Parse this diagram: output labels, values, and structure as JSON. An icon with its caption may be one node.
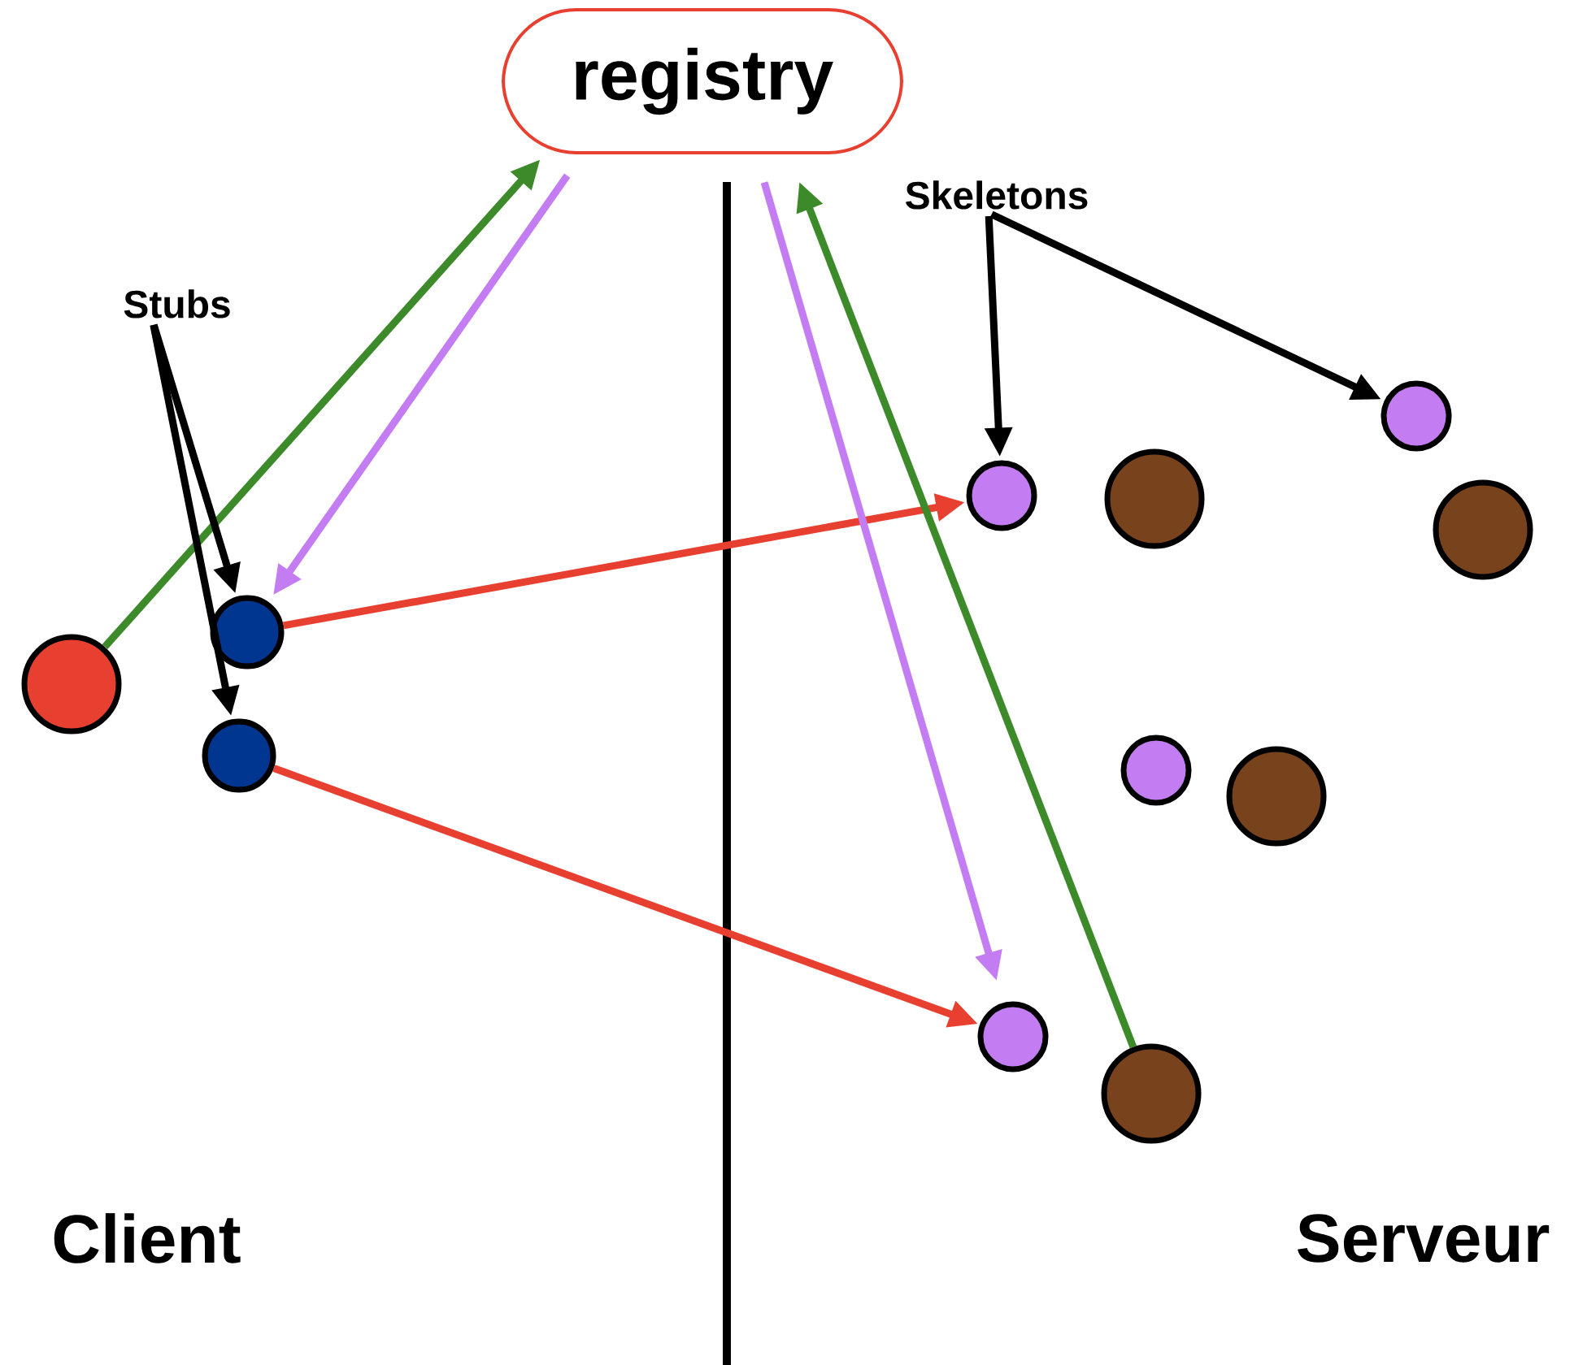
{
  "diagram": {
    "nodes": [
      {
        "text": [
          "registry"
        ]
      },
      {
        "text": [
          "Stubs"
        ]
      },
      {
        "text": [
          "Skeletons"
        ]
      },
      {
        "text": [],
        "shape": "circle"
      },
      {
        "text": [],
        "shape": "circle"
      },
      {
        "text": [],
        "shape": "circle"
      },
      {
        "text": [],
        "shape": "circle"
      },
      {
        "text": [],
        "shape": "circle"
      },
      {
        "text": [],
        "shape": "circle"
      },
      {
        "text": [],
        "shape": "circle"
      },
      {
        "text": [],
        "shape": "circle"
      },
      {
        "text": [],
        "shape": "circle"
      },
      {
        "text": [],
        "shape": "circle"
      },
      {
        "text": [],
        "shape": "circle"
      }
    ],
    "edges": [
      {
        "from": 3,
        "to": 0,
        "arrow": "to",
        "color": "#3d8a2a"
      },
      {
        "from": 0,
        "to": 4,
        "arrow": "to",
        "color": "#c47cf2"
      },
      {
        "from": 4,
        "to": 6,
        "arrow": "to",
        "color": "#e84030"
      },
      {
        "from": 5,
        "to": 12,
        "arrow": "to",
        "color": "#e84030"
      },
      {
        "from": 0,
        "to": 12,
        "arrow": "to",
        "color": "#c47cf2"
      },
      {
        "from": 13,
        "to": 0,
        "arrow": "to",
        "color": "#3d8a2a"
      },
      {
        "from": 1,
        "to": 4,
        "arrow": "to"
      },
      {
        "from": 1,
        "to": 5,
        "arrow": "to"
      },
      {
        "from": 2,
        "to": 6,
        "arrow": "to"
      },
      {
        "from": 2,
        "to": 8,
        "arrow": "to"
      }
    ],
    "labels": [
      "Client",
      "Serveur"
    ]
  }
}
